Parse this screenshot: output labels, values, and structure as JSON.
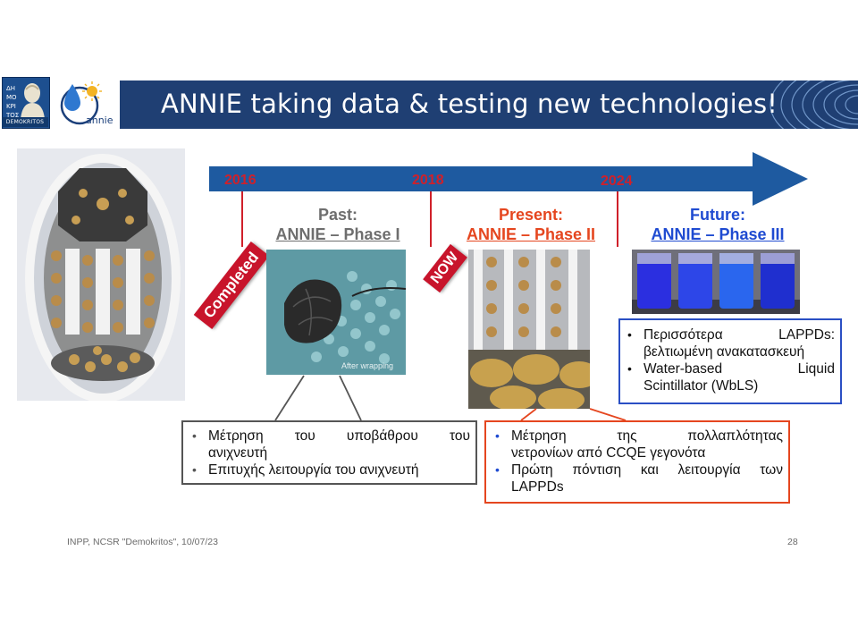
{
  "header": {
    "title": "ANNIE taking data & testing new technologies!",
    "logo_demokritos_label": "DEMOKRITOS",
    "logo_annie_label": "annie",
    "band_color": "#1f3f73"
  },
  "timeline": {
    "arrow_color": "#1e5aa0",
    "years": [
      "2016",
      "2018",
      "2024"
    ],
    "year_color": "#d0202a"
  },
  "phases": {
    "past": {
      "label": "Past:",
      "name": "ANNIE – Phase I",
      "color": "#6e6e6e",
      "stamp": "Completed",
      "photo_caption": "After wrapping"
    },
    "present": {
      "label": "Present:",
      "name": "ANNIE – Phase II",
      "color": "#e5461f",
      "stamp": "NOW"
    },
    "future": {
      "label": "Future:",
      "name": "ANNIE – Phase III",
      "color": "#1f4bd1"
    }
  },
  "boxes": {
    "phase1": {
      "border_color": "#555555",
      "items": [
        {
          "lines": [
            "Μέτρηση του υποβάθρου του",
            "ανιχνευτή"
          ]
        },
        {
          "lines": [
            "Επιτυχής λειτουργία του ανιχνευτή"
          ]
        }
      ]
    },
    "phase2": {
      "border_color": "#e5461f",
      "items": [
        {
          "lines": [
            "Μέτρηση της πολλαπλότητας",
            "νετρονίων από CCQE γεγονότα"
          ]
        },
        {
          "lines": [
            "Πρώτη πόντιση και λειτουργία των",
            "LAPPDs"
          ]
        }
      ]
    },
    "phase3": {
      "border_color": "#2a4fc4",
      "items": [
        {
          "lines": [
            "Περισσότερα LAPPDs:",
            "βελτιωμένη ανακατασκευή"
          ]
        },
        {
          "lines": [
            "Water-based Liquid",
            "Scintillator (WbLS)"
          ]
        }
      ]
    }
  },
  "footer": {
    "left": "INPP, NCSR \"Demokritos\", 10/07/23",
    "page": "28"
  }
}
